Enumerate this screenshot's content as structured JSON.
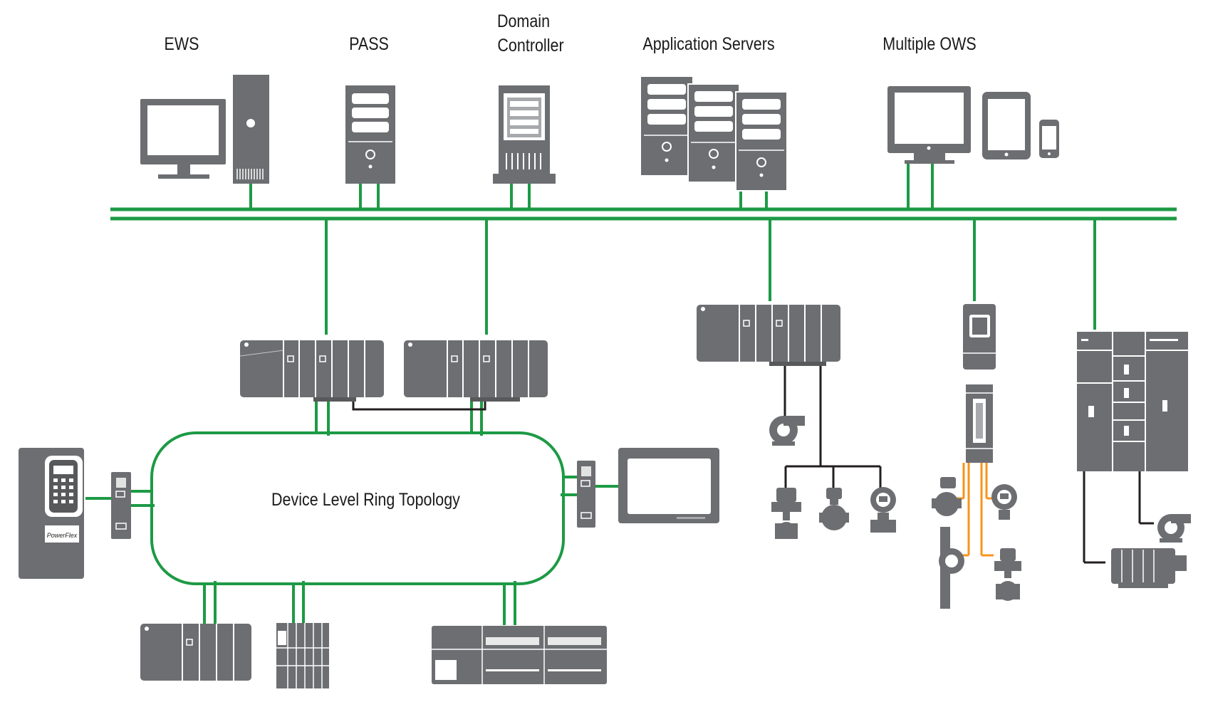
{
  "labels": {
    "ews": "EWS",
    "pass": "PASS",
    "domain_controller_line1": "Domain",
    "domain_controller_line2": "Controller",
    "application_servers": "Application Servers",
    "multiple_ows": "Multiple OWS",
    "ring": "Device Level Ring Topology"
  },
  "device_text": {
    "drive_brand": "PowerFlex"
  },
  "colors": {
    "network": "#1d9a45",
    "device": "#6d6e71",
    "device_dark": "#58595b",
    "device_light": "#a7a9ac",
    "fieldbus": "#f7941d",
    "wire": "#231f20"
  }
}
